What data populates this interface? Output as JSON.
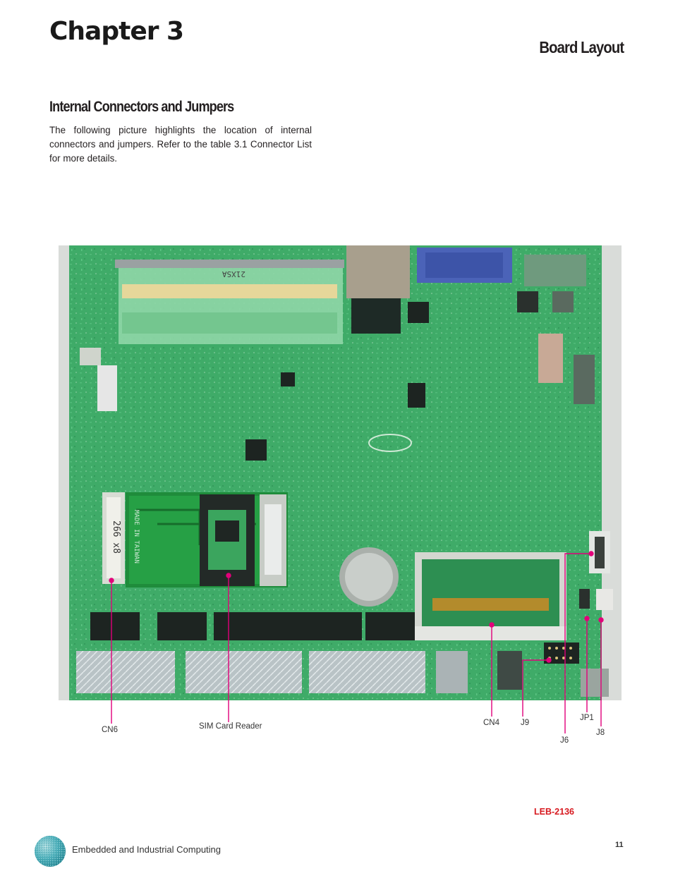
{
  "header": {
    "chapter": "Chapter 3",
    "section": "Board Layout"
  },
  "content": {
    "subtitle": "Internal Connectors and Jumpers",
    "intro": "The following picture highlights the location of internal connectors and jumpers. Refer to the table 3.1 Connector List for more details."
  },
  "board": {
    "silkscreen_top": "21XSA",
    "sodimm_label": "266 x8",
    "made_in": "MADE IN TAIWAN"
  },
  "callouts": {
    "cn6": "CN6",
    "sim": "SIM Card Reader",
    "cn4": "CN4",
    "j9": "J9",
    "j6": "J6",
    "jp1": "JP1",
    "j8": "J8"
  },
  "colors": {
    "callout": "#e2007a",
    "pcb": "#3fae6a",
    "product": "#d7191f"
  },
  "footer": {
    "product": "LEB-2136",
    "company": "Embedded and Industrial Computing",
    "page": "11"
  }
}
